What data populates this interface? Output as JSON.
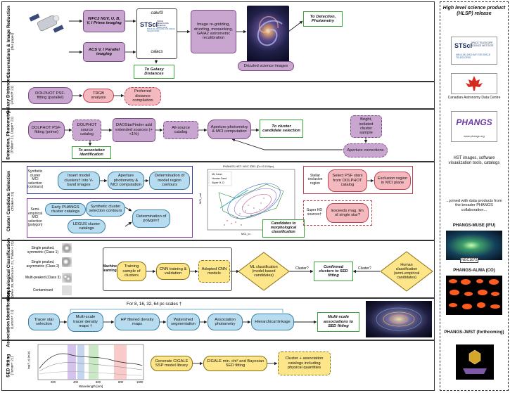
{
  "sections": {
    "observations": {
      "title": "Observations & Image Reduction",
      "sub": "(this paper)"
    },
    "galaxy_distances": {
      "title": "Galaxy Distances",
      "sub": "(Anand+ 21)"
    },
    "detection": {
      "title": "Detection, Photometry",
      "sub": "(Thilker+ 21, Deger+ 21)"
    },
    "cluster_selection": {
      "title": "Cluster Candidate Selection",
      "sub": "(Thilker+ 21)"
    },
    "morph": {
      "title": "Morphological Classification",
      "sub": "(Wei+ 20, Whitmore+ 21, Thilker+ 21)"
    },
    "association": {
      "title": "Association Identification",
      "sub": "(Larson+ 21)"
    },
    "sed": {
      "title": "SED fitting",
      "sub": "(Turner+ 21)"
    }
  },
  "obs": {
    "wfc3": "WFC3 NUV, U, B, V, I Prime imaging",
    "acs": "ACS V, I Parallel imaging",
    "calwf3": "calwf3",
    "calacs": "calacs",
    "stsci": "STScI",
    "stsci_sub": "SPACE TELESCOPE SCIENCE INSTITUTE",
    "mikulski": "MIKULSKI ARCHIVE FOR SPACE TELESCOPES",
    "regrid": "Image re-gridding, drizzling, mosaicking, GAIA2 astrometric recalibration",
    "to_detection": "To Detection, Photometry",
    "to_galaxy": "To Galaxy Distances",
    "drizzled": "Drizzled science images"
  },
  "dist": {
    "dolphot": "DOLPHOT PSF-fitting (parallel)",
    "trgb": "TRGB analysis",
    "preferred": "Preferred distance compilation"
  },
  "det": {
    "dolphot_prime": "DOLPHOT PSF-fitting (prime)",
    "source_cat": "DOLPHOT source catalog",
    "daostar": "DAOStarFinder add extended sources (+ <1%)",
    "allsource": "All-source catalog",
    "aperture": "Aperture photometry & MCI computation",
    "to_cluster": "To cluster candidate selection",
    "bright": "Bright, isolated cluster sample",
    "apcorr": "Aperture corrections",
    "to_assoc": "To association identification"
  },
  "sel": {
    "synthetic_label": "Synthetic cluster MCI selection (contours)",
    "insert": "Insert model clusters† into V-band images",
    "ap_mci": "Aperture photometry & MCI computation",
    "determination": "Determination of model region contours",
    "semi_label": "Semi-empirical MCI selection (polygon)",
    "early": "Early PHANGS cluster catalogs",
    "synth_contours": "Synthetic cluster selection contours",
    "legus": "LEGUS cluster catalogs",
    "polygon": "Determination of polygon†",
    "stellar_label": "Stellar exclusion region",
    "select_psf": "Select PSF stars from DOLPHOT catalog",
    "exclusion": "Exclusion region in MCI plane",
    "super_label": "Super HD sources†",
    "exceeds": "Exceeds mag. lim of single star?",
    "to_morph": "Candidates to morphological classification",
    "plot_title": "PHANGS-HST: NGC 3351 (D=10.0 Mpc)",
    "legend": [
      "ML Cand",
      "Human Cand",
      "Super H, D"
    ],
    "xlabel": "MCI_in",
    "ylabel": "MCI_out"
  },
  "morph": {
    "single_sym": "Single peaked, symmetric (Class 1)",
    "single_asym": "Single peaked, asymmetric (Class 2)",
    "multi": "Multi-peaked (Class 3)",
    "contaminant": "Contaminant",
    "ml_label": "Machine learning",
    "training": "Training sample of clusters",
    "cnn": "CNN training & validation",
    "adopted": "Adopted CNN models",
    "ml_class": "ML classification (model-based candidates)",
    "cluster_q1": "Cluster?",
    "confirmed": "Confirmed clusters to SED fitting",
    "cluster_q2": "Cluster?",
    "human": "Human classification (semi-empirical candidates)"
  },
  "assoc": {
    "scales": "For 8, 16, 32, 64 pc scales †",
    "tracer": "Tracer star selection",
    "multiscale": "Multi-scale tracer density maps †",
    "hp": "HP filtered density maps",
    "watershed": "Watershed segmentation",
    "assoc_phot": "Association photometry",
    "hier": "Hierarchical linkage",
    "to_sed": "Multi-scale associations to SED fitting"
  },
  "sed": {
    "generate": "Generate CIGALE SSP model library",
    "cigale": "CIGALE min. chi² and Bayesian SED fitting",
    "output": "Cluster + association catalogs including physical quantities",
    "xlabel": "Wavelength [nm]",
    "ylabel": "log(F_ν) [mJy]",
    "xticks": [
      "200",
      "400",
      "600",
      "800",
      "1000"
    ]
  },
  "side": {
    "title": "High level science product (HLSP) release",
    "stsci": "STScI",
    "stsci_sub": "SPACE TELESCOPE SCIENCE INSTITUTE",
    "mast": "MIKULSKI ARCHIVE FOR SPACE TELESCOPES",
    "cadc": "Canadian Astronomy Data Centre",
    "phangs": "PHANGS",
    "phangs_url": "www.phangs.org",
    "hst": "HST images, software visualization tools, catalogs",
    "joined": "...joined with data products from the broader PHANGS collaboration...",
    "muse": "PHANGS-MUSE (IFU)",
    "ngc": "NGC1672",
    "alma": "PHANGS-ALMA (CO)",
    "jwst": "PHANGS-JWST (forthcoming)"
  },
  "colors": {
    "purple": "#c9a6cf",
    "pink": "#f4b9bf",
    "green": "#3aa53a",
    "yellow": "#fde68a",
    "blue": "#b8dcef"
  }
}
